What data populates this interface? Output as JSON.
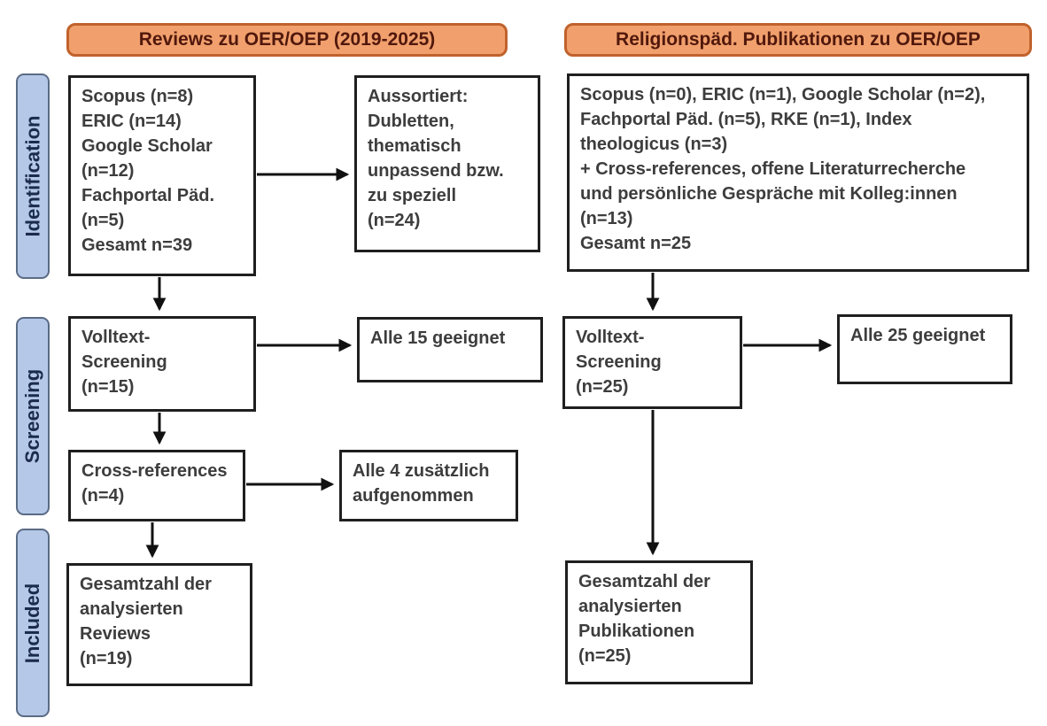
{
  "headers": {
    "left": "Reviews zu OER/OEP (2019-2025)",
    "right": "Religionspäd. Publikationen zu OER/OEP"
  },
  "stages": {
    "identification": "Identification",
    "screening": "Screening",
    "included": "Included"
  },
  "boxes": {
    "sources_reviews": "Scopus (n=8)\nERIC (n=14)\nGoogle Scholar\n(n=12)\nFachportal Päd.\n(n=5)\nGesamt n=39",
    "aussortiert": "Aussortiert:\nDubletten,\nthematisch\nunpassend bzw.\nzu speziell\n(n=24)",
    "volltext_reviews": "Volltext-\nScreening\n(n=15)",
    "alle_15_geeignet": "Alle 15 geeignet",
    "cross_references": "Cross-references\n(n=4)",
    "alle_4_zusaetzlich": "Alle 4 zusätzlich\naufgenommen",
    "gesamt_reviews": "Gesamtzahl der\nanalysierten\nReviews\n(n=19)",
    "sources_religionspaed": "Scopus (n=0), ERIC (n=1), Google Scholar (n=2),\nFachportal Päd. (n=5), RKE (n=1), Index\ntheologicus (n=3)\n+ Cross-references, offene Literaturrecherche\nund persönliche Gespräche mit Kolleg:innen\n(n=13)\nGesamt n=25",
    "volltext_publikationen": "Volltext-\nScreening\n(n=25)",
    "alle_25_geeignet": "Alle 25 geeignet",
    "gesamt_publikationen": "Gesamtzahl der\nanalysierten\nPublikationen\n(n=25)"
  },
  "colors": {
    "header_fill": "#f1a06d",
    "header_border": "#c0622c",
    "header_text": "#51180c",
    "stage_fill": "#b5c8e8",
    "stage_border": "#5a6b85",
    "stage_text": "#1b2b4a",
    "box_border": "#1f1f1f",
    "box_text": "#3d3d3d",
    "arrow": "#111111"
  }
}
